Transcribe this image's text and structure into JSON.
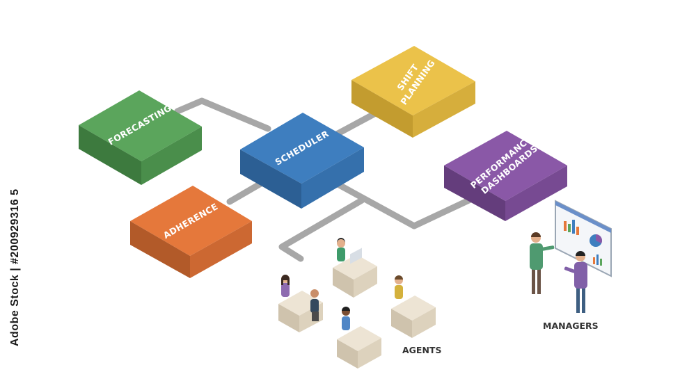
{
  "modules": {
    "forecasting": {
      "label": "FORECASTING",
      "color": "#5BA55C"
    },
    "scheduler": {
      "label": "SCHEDULER",
      "color": "#3E7EBF"
    },
    "shift_planning": {
      "label_line1": "SHIFT",
      "label_line2": "PLANNING",
      "color": "#EBC24A"
    },
    "adherence": {
      "label": "ADHERENCE",
      "color": "#E5783B"
    },
    "performance_dashboards": {
      "label_line1": "PERFORMANCE",
      "label_line2": "DASHBOARDS",
      "color": "#8A58A7"
    }
  },
  "groups": {
    "agents_label": "AGENTS",
    "managers_label": "MANAGERS"
  },
  "stock_id": "Adobe Stock | #200929316 5",
  "colors": {
    "connector": "#A7A7A7",
    "desk": "#EDE4D4"
  }
}
